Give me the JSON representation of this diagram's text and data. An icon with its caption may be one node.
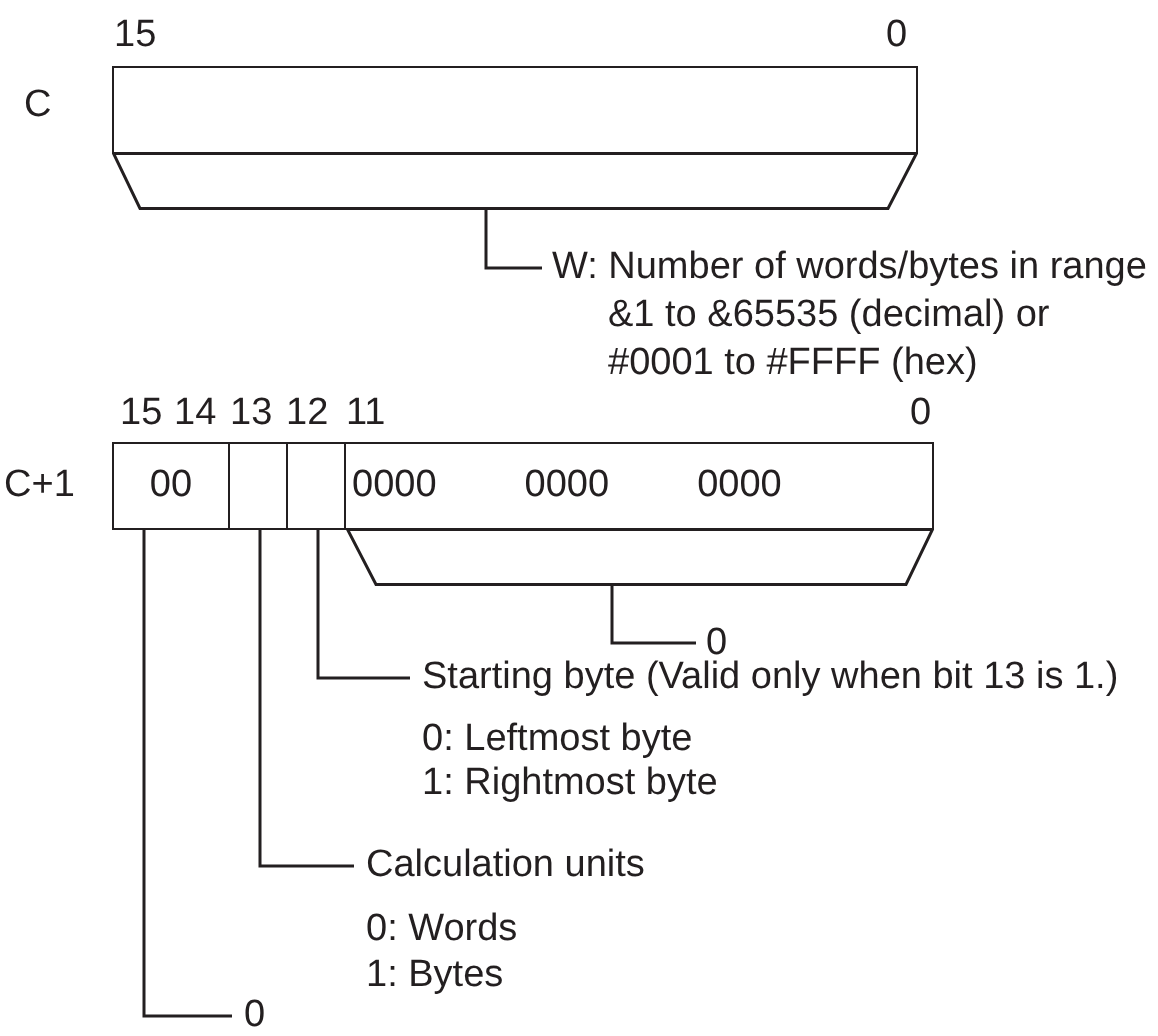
{
  "diagram": {
    "nodes": [
      {
        "text": [],
        "shape": "box",
        "beside": [
          "C"
        ]
      },
      {
        "text": [],
        "shape": "trapezoid"
      },
      {
        "text": [
          "W: Number of words/bytes in range &1 to &65535 (decimal) or #0001 to #FFFF (hex)"
        ]
      },
      {
        "text": [],
        "shape": "box",
        "beside": [
          "C+1"
        ]
      },
      {
        "text": [
          "00"
        ],
        "in": 3
      },
      {
        "text": [],
        "shape": "box",
        "in": 3
      },
      {
        "text": [],
        "shape": "box",
        "in": 3
      },
      {
        "text": [
          "0000",
          "0000",
          "0000"
        ],
        "in": 3
      },
      {
        "text": [],
        "shape": "trapezoid"
      },
      {
        "text": [
          "0"
        ]
      },
      {
        "text": [
          "Starting byte (Valid only when bit 13 is 1.)"
        ],
        "beside": [
          "0: Leftmost byte",
          "1: Rightmost byte"
        ]
      },
      {
        "text": [
          "Calculation units"
        ],
        "beside": [
          "0: Words",
          "1: Bytes"
        ]
      },
      {
        "text": [
          "0"
        ]
      }
    ],
    "edges": [
      {
        "from": 2,
        "to": 1,
        "arrow": "none"
      },
      {
        "from": 9,
        "to": 8,
        "arrow": "none"
      },
      {
        "from": 10,
        "to": 6,
        "arrow": "none"
      },
      {
        "from": 11,
        "to": 5,
        "arrow": "none"
      },
      {
        "from": 12,
        "to": 4,
        "arrow": "none"
      }
    ],
    "labels": [
      "15",
      "0",
      "15",
      "14",
      "13",
      "12",
      "11",
      "0"
    ]
  }
}
